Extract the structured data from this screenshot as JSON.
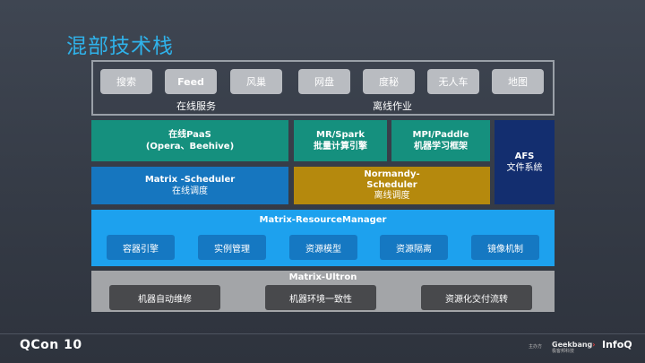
{
  "title": "混部技术栈",
  "apps": {
    "items": [
      "搜索",
      "Feed",
      "风巢",
      "网盘",
      "度秘",
      "无人车",
      "地图"
    ],
    "online_label": "在线服务",
    "offline_label": "离线作业"
  },
  "paas": {
    "line1": "在线PaaS",
    "line2": "(Opera、Beehive)"
  },
  "mr": {
    "line1": "MR/Spark",
    "line2": "批量计算引擎"
  },
  "mpi": {
    "line1": "MPI/Paddle",
    "line2": "机器学习框架"
  },
  "afs": {
    "line1": "AFS",
    "line2": "文件系统"
  },
  "matrix_scheduler": {
    "line1": "Matrix -Scheduler",
    "line2": "在线调度"
  },
  "normandy": {
    "line1": "Normandy-",
    "line2": "Scheduler",
    "line3": "离线调度"
  },
  "resource_manager": {
    "title": "Matrix-ResourceManager",
    "items": [
      "容器引擎",
      "实例管理",
      "资源模型",
      "资源隔离",
      "镜像机制"
    ]
  },
  "ultron": {
    "title": "Matrix-Ultron",
    "items": [
      "机器自动维修",
      "机器环境一致性",
      "资源化交付流转"
    ]
  },
  "footer": {
    "qcon": "QCon 10",
    "geek_prefix": "主办方",
    "geek_main": "Geekbang",
    "geek_mark": "›",
    "geek_sub": "极客邦科技",
    "infoq": "InfoQ"
  },
  "colors": {
    "title": "#2fb2ea",
    "teal": "#15907e",
    "blue": "#1676bf",
    "gold": "#b5890d",
    "navy": "#132e6f",
    "sky": "#1da1ee",
    "grey": "#a3a5a8"
  }
}
